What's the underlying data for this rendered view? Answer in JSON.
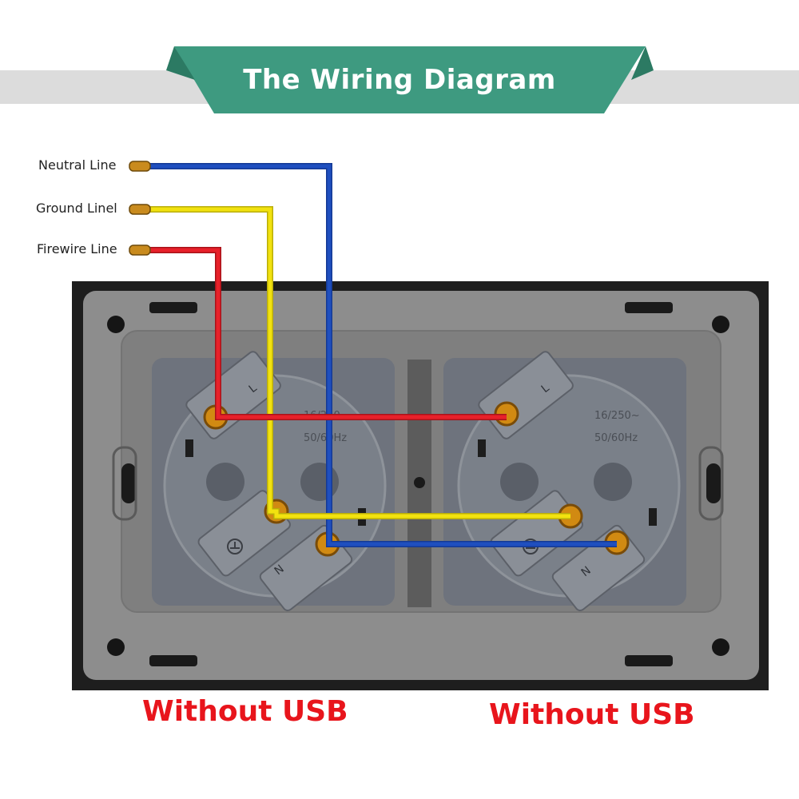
{
  "title": "The Wiring Diagram",
  "wires": {
    "neutral_label": "Neutral Line",
    "ground_label": "Ground Linel",
    "firewire_label": "Firewire Line"
  },
  "socket_left": {
    "phase_mark": "L",
    "neutral_mark": "N",
    "rating_line1": "16/250~",
    "rating_line2": "50/60Hz",
    "usb_label": "Without USB"
  },
  "socket_right": {
    "phase_mark": "L",
    "neutral_mark": "N",
    "rating_line1": "16/250~",
    "rating_line2": "50/60Hz",
    "usb_label": "Without USB"
  },
  "colors": {
    "banner": "#3e9a80",
    "neutral_wire": "#1f4fbf",
    "ground_wire": "#f2e20f",
    "firewire_wire": "#e8212a",
    "usb_label": "#e8151c",
    "frame": "#1e1e1e",
    "plate": "#8d8d8d",
    "socket_body": "#6e737d",
    "terminal": "#d18a12"
  }
}
